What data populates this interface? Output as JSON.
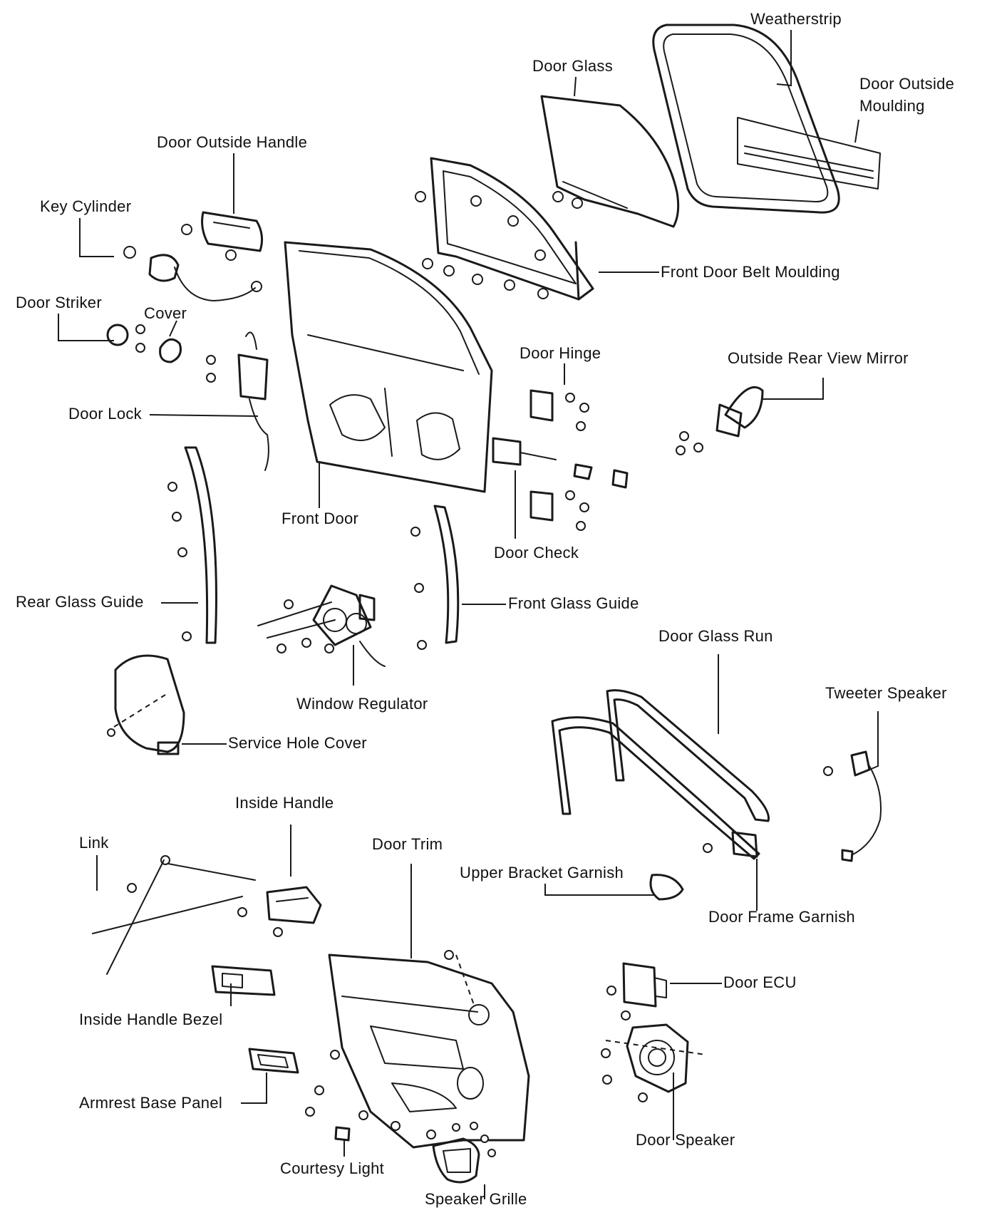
{
  "diagram": {
    "labels": {
      "weatherstrip": "Weatherstrip",
      "door_glass": "Door Glass",
      "door_outside_moulding": "Door Outside\nMoulding",
      "door_outside_handle": "Door Outside Handle",
      "key_cylinder": "Key Cylinder",
      "front_door_belt_moulding": "Front Door Belt Moulding",
      "door_striker": "Door Striker",
      "cover": "Cover",
      "door_hinge": "Door Hinge",
      "outside_rear_view_mirror": "Outside Rear View Mirror",
      "door_lock": "Door Lock",
      "front_door": "Front Door",
      "door_check": "Door Check",
      "rear_glass_guide": "Rear Glass Guide",
      "front_glass_guide": "Front Glass Guide",
      "door_glass_run": "Door Glass Run",
      "window_regulator": "Window Regulator",
      "tweeter_speaker": "Tweeter Speaker",
      "service_hole_cover": "Service Hole Cover",
      "inside_handle": "Inside Handle",
      "link": "Link",
      "door_trim": "Door Trim",
      "upper_bracket_garnish": "Upper Bracket Garnish",
      "door_frame_garnish": "Door Frame Garnish",
      "door_ecu": "Door ECU",
      "inside_handle_bezel": "Inside Handle Bezel",
      "armrest_base_panel": "Armrest Base Panel",
      "door_speaker": "Door Speaker",
      "courtesy_light": "Courtesy Light",
      "speaker_grille": "Speaker Grille"
    }
  }
}
